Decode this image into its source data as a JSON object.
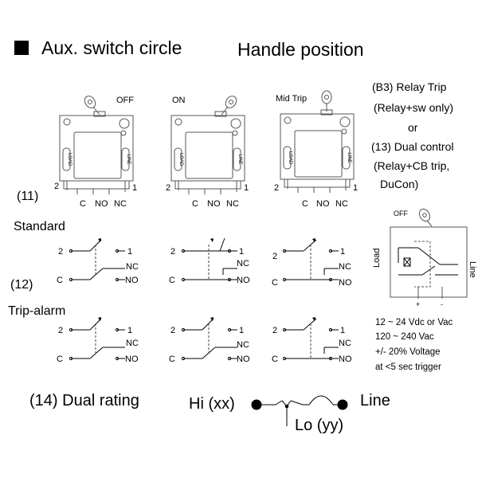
{
  "header": {
    "legend_title": "Aux. switch circle",
    "handle_title": "Handle position"
  },
  "handle_positions": [
    "OFF",
    "ON",
    "Mid Trip"
  ],
  "breaker_labels": {
    "load": "LOAD",
    "line": "LINE",
    "terminal_2": "2",
    "terminal_1": "1",
    "c": "C",
    "no": "NO",
    "nc": "NC"
  },
  "sections": {
    "s11_num": "(11)",
    "s11_name": "Standard",
    "s12_num": "(12)",
    "s12_name": "Trip-alarm",
    "s14": "(14) Dual rating"
  },
  "relay_text": [
    "(B3)  Relay Trip",
    "(Relay+sw only)",
    "or",
    "(13) Dual control",
    "(Relay+CB trip,",
    "DuCon)"
  ],
  "relay_diagram": {
    "off": "OFF",
    "load": "Load",
    "line": "Line",
    "plus": "+",
    "minus": "-"
  },
  "voltage_spec": [
    "12 ~ 24 Vdc or Vac",
    "120 ~ 240 Vac",
    "+/- 20% Voltage",
    "at <5 sec trigger"
  ],
  "dual_rating": {
    "hi": "Hi (xx)",
    "lo": "Lo (yy)",
    "line": "Line"
  },
  "colors": {
    "ink": "#000000",
    "outline": "#555555",
    "dashed": "#444444"
  }
}
